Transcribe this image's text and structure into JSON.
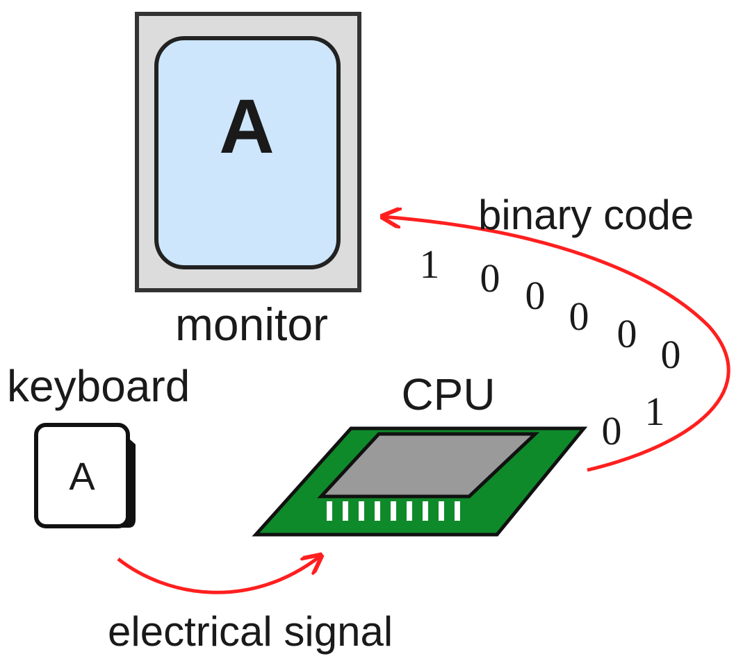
{
  "labels": {
    "monitor": "monitor",
    "keyboard": "keyboard",
    "cpu": "CPU",
    "binary_code": "binary code",
    "electrical_signal": "electrical signal"
  },
  "monitor_screen_char": "A",
  "keyboard_key_char": "A",
  "binary_digits": [
    "1",
    "0",
    "0",
    "0",
    "0",
    "0",
    "1",
    "0"
  ],
  "colors": {
    "screen_fill": "#cde6fb",
    "monitor_frame": "#dcdcdc",
    "board_green": "#0f8a2a",
    "chip_grey": "#9a9a9a",
    "arrow_red": "#ff1f1f"
  }
}
